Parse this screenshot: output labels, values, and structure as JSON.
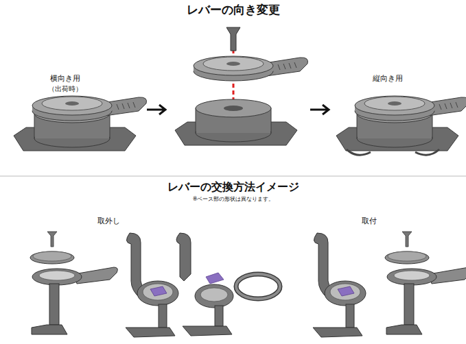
{
  "diagram": {
    "title": "レバーの向き変更",
    "labels": [
      "横向き用",
      "（出荷時）",
      "縦向き用",
      "レバーの交換方法イメージ",
      "※ベース部の形状は異なります。",
      "取外し",
      "取付"
    ]
  }
}
